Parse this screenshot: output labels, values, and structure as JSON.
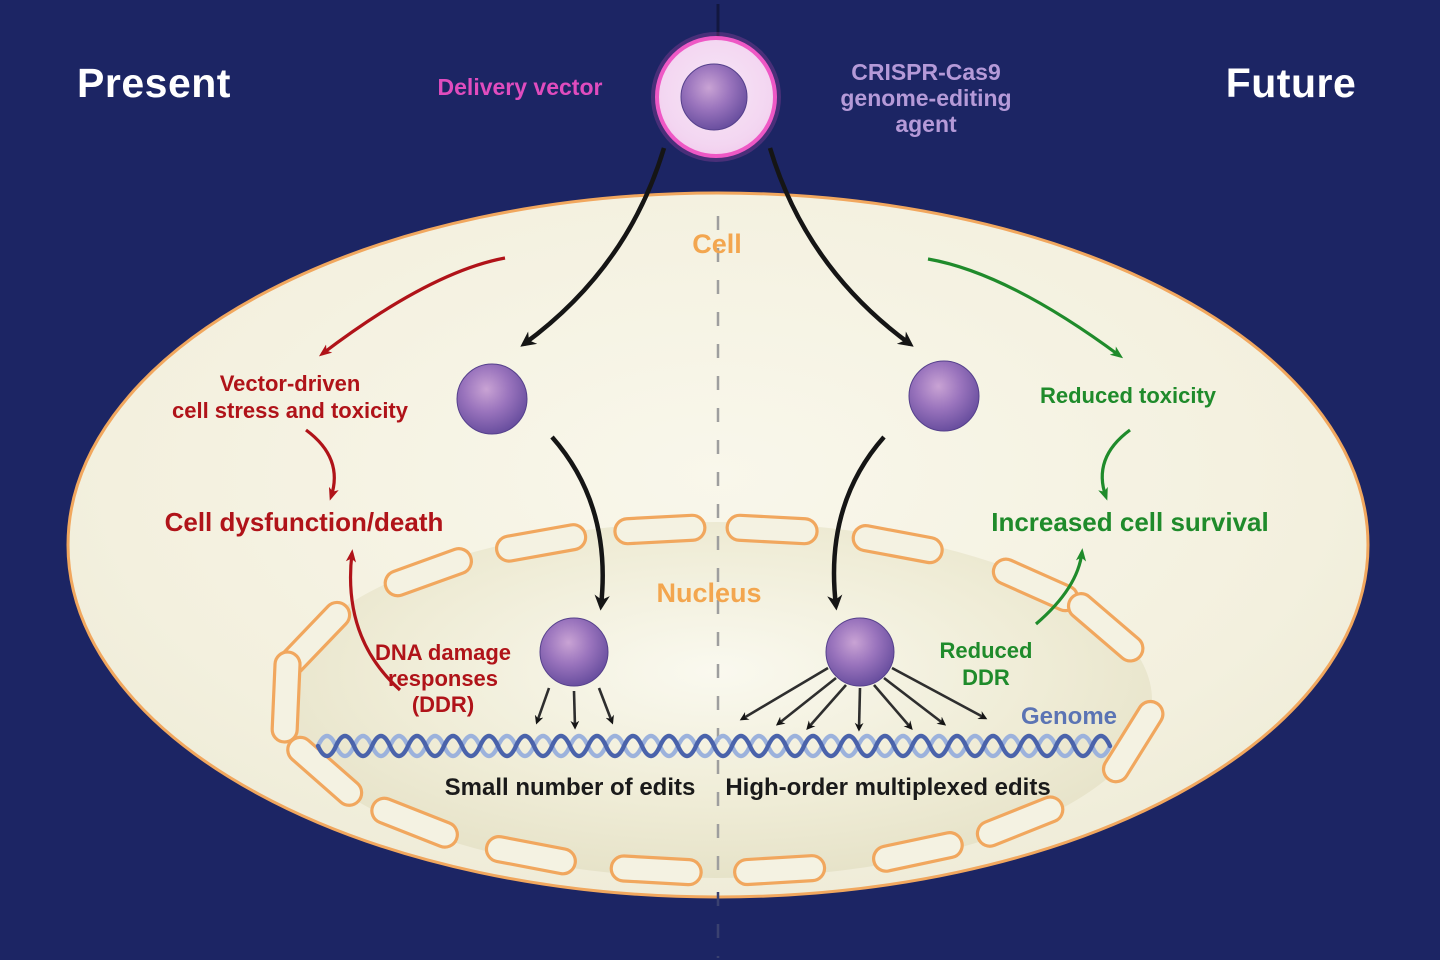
{
  "colors": {
    "background_navy": "#1c2564",
    "cell_cream": "#f2efdd",
    "membrane_orange": "#f1a75e",
    "organelle_label_orange": "#f3a64f",
    "magenta": "#e04cbe",
    "vesicle_pink_border": "#ee58c5",
    "agent_lavender": "#b59ad8",
    "present_red": "#b01319",
    "future_green": "#1f8b2b",
    "title_white": "#ffffff",
    "arrow_black": "#151515",
    "genome_blue": "#5b74b4",
    "dna_strand_dark": "#4a63ab",
    "dna_strand_light": "#9cb2dc",
    "sphere_purple_light": "#c9a3d4",
    "sphere_purple_dark": "#5e4698",
    "divider_gray": "#9e9e9e"
  },
  "header": {
    "present_title": "Present",
    "future_title": "Future",
    "delivery_vector_label": "Delivery vector",
    "agent_label_line1": "CRISPR-Cas9",
    "agent_label_line2": "genome-editing",
    "agent_label_line3": "agent"
  },
  "cell": {
    "cell_label": "Cell",
    "nucleus_label": "Nucleus",
    "genome_label": "Genome"
  },
  "present_side": {
    "stress_line1": "Vector-driven",
    "stress_line2": "cell stress and toxicity",
    "outcome": "Cell dysfunction/death",
    "ddr_line1": "DNA damage",
    "ddr_line2": "responses",
    "ddr_line3": "(DDR)",
    "edits_caption": "Small number of edits"
  },
  "future_side": {
    "toxicity": "Reduced toxicity",
    "outcome": "Increased cell survival",
    "ddr_line1": "Reduced",
    "ddr_line2": "DDR",
    "edits_caption": "High-order multiplexed edits"
  }
}
